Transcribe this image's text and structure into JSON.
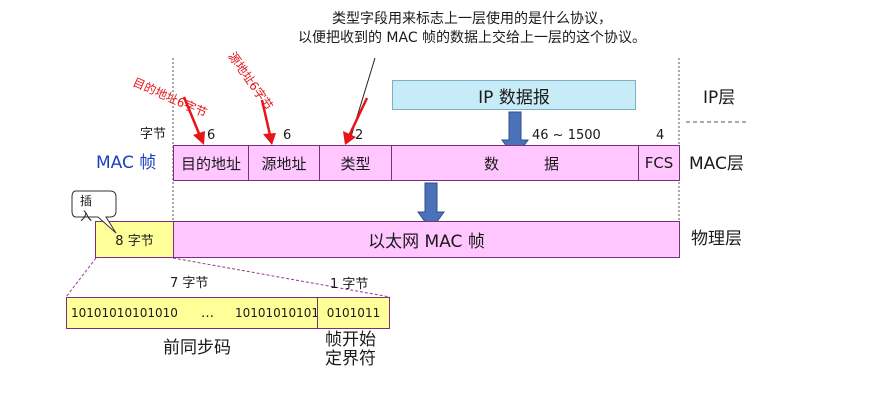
{
  "callout_note": {
    "line1": "类型字段用来标志上一层使用的是什么协议，",
    "line2": "以便把收到的 MAC 帧的数据上交给上一层的这个协议。"
  },
  "handwritten": {
    "dest": "目的地址6字节",
    "src": "源地址6字节"
  },
  "ip_datagram": "IP 数据报",
  "layers": {
    "ip": "IP层",
    "mac": "MAC层",
    "physical": "物理层"
  },
  "byte_counts": {
    "label": "字节",
    "dest": "6",
    "src": "6",
    "type": "2",
    "data": "46 ~ 1500",
    "fcs": "4"
  },
  "mac_frame": {
    "label": "MAC 帧",
    "fields": {
      "dest": "目的地址",
      "src": "源地址",
      "type": "类型",
      "data_left": "数",
      "data_right": "据",
      "fcs": "FCS"
    }
  },
  "ethernet_frame": "以太网 MAC 帧",
  "insert_tag": "插入",
  "preamble_block": "8 字节",
  "preamble_detail": {
    "seven_bytes": "7 字节",
    "one_byte": "1 字节",
    "bits_left": "10101010101010",
    "ellipsis": "…",
    "bits_mid": "1010101010101",
    "bits_sfd": "0101011",
    "preamble_label": "前同步码",
    "sfd_label_line1": "帧开始",
    "sfd_label_line2": "定界符"
  },
  "colors": {
    "pink_fill": "#ffc6ff",
    "yellow_fill": "#ffff99",
    "ip_fill": "#c8ecf7",
    "arrow_blue": "#4a72b8",
    "hand_red": "#e8141a"
  }
}
